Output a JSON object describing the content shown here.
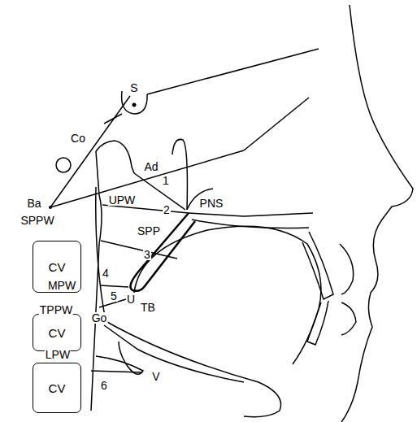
{
  "diagram": {
    "nodes": [
      {
        "text": [
          "CV"
        ]
      },
      {
        "text": [
          "CV"
        ]
      },
      {
        "text": [
          "CV"
        ]
      }
    ],
    "labels": [
      "S",
      "Co",
      "Ad",
      "1",
      "Ba",
      "UPW",
      "2",
      "PNS",
      "SPPW",
      "SPP",
      "3",
      "4",
      "MPW",
      "5",
      "U",
      "TPPW",
      "TB",
      "Go",
      "LPW",
      "V",
      "6"
    ]
  }
}
